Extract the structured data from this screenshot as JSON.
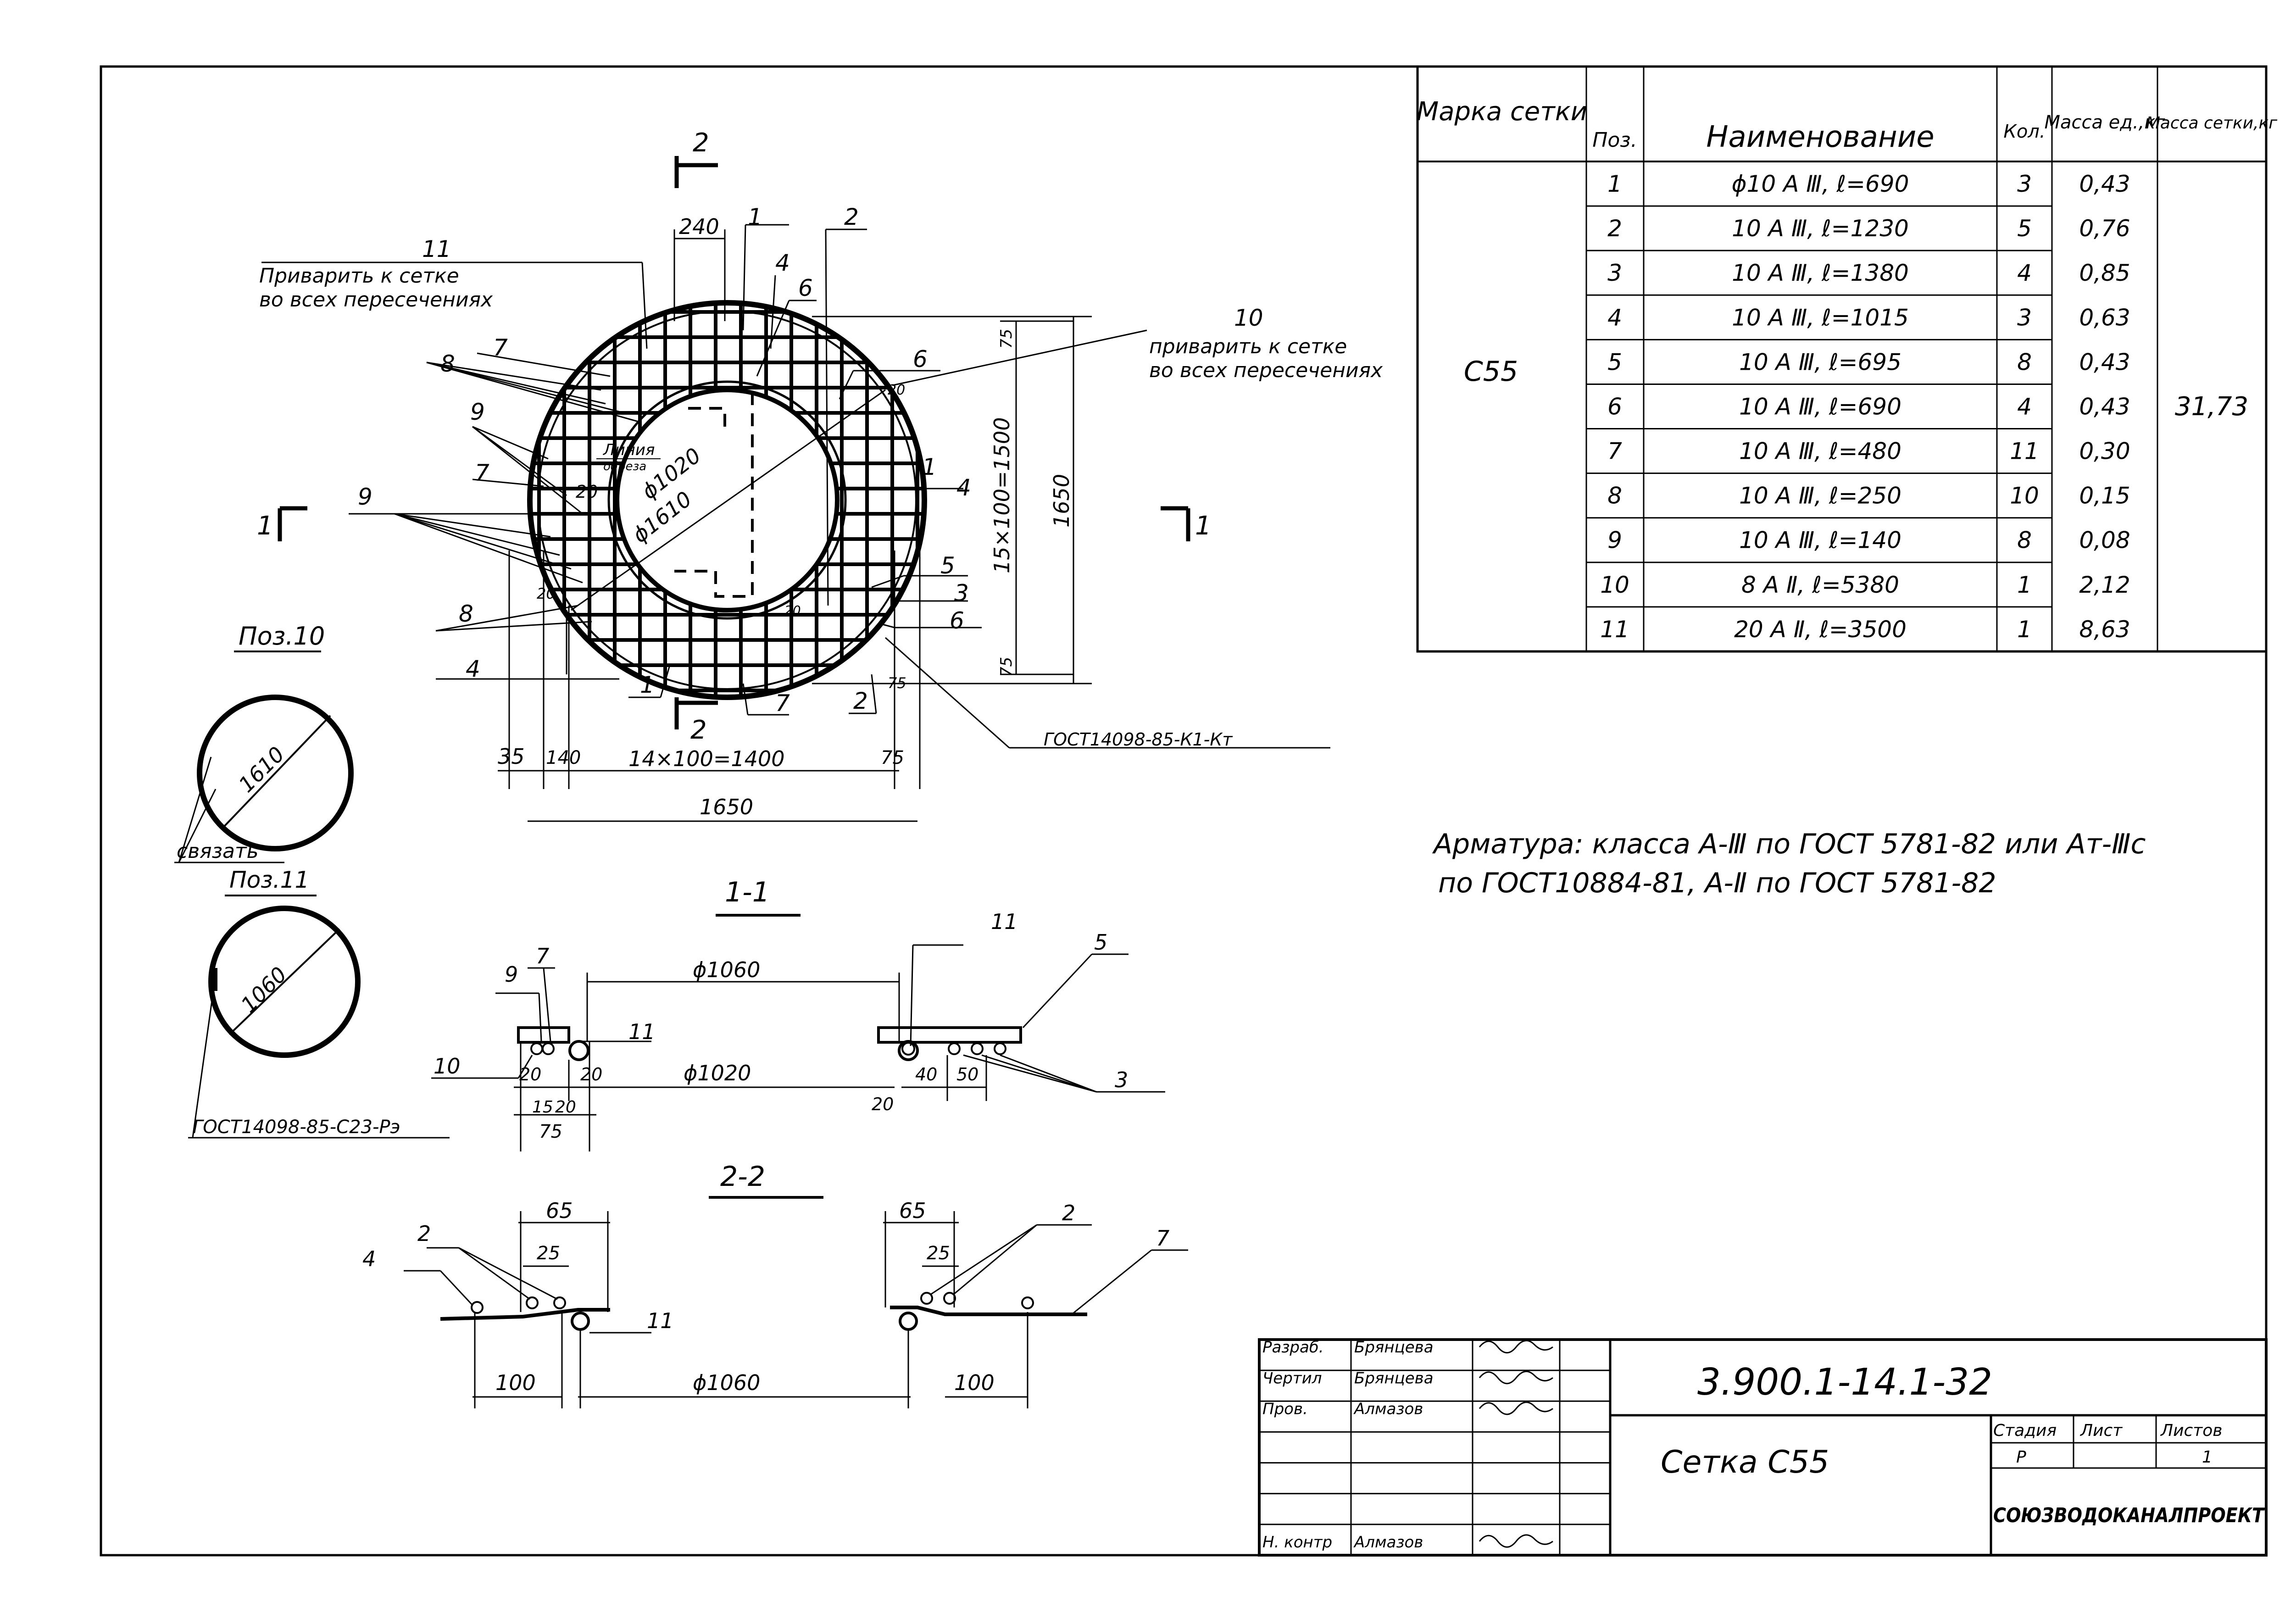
{
  "spec_table": {
    "headers": [
      "Марка сетки",
      "Поз.",
      "Наименование",
      "Кол.",
      "Масса ед.,кг",
      "Масса сетки,кг"
    ],
    "mark": "С55",
    "total_mass": "31,73",
    "rows": [
      {
        "pos": "1",
        "name": "ϕ10 A Ⅲ, ℓ=690",
        "qty": "3",
        "mass": "0,43"
      },
      {
        "pos": "2",
        "name": "10 A Ⅲ, ℓ=1230",
        "qty": "5",
        "mass": "0,76"
      },
      {
        "pos": "3",
        "name": "10 A Ⅲ, ℓ=1380",
        "qty": "4",
        "mass": "0,85"
      },
      {
        "pos": "4",
        "name": "10 A Ⅲ, ℓ=1015",
        "qty": "3",
        "mass": "0,63"
      },
      {
        "pos": "5",
        "name": "10 A Ⅲ, ℓ=695",
        "qty": "8",
        "mass": "0,43"
      },
      {
        "pos": "6",
        "name": "10 A Ⅲ, ℓ=690",
        "qty": "4",
        "mass": "0,43"
      },
      {
        "pos": "7",
        "name": "10 A Ⅲ, ℓ=480",
        "qty": "11",
        "mass": "0,30"
      },
      {
        "pos": "8",
        "name": "10 A Ⅲ, ℓ=250",
        "qty": "10",
        "mass": "0,15"
      },
      {
        "pos": "9",
        "name": "10 A Ⅲ, ℓ=140",
        "qty": "8",
        "mass": "0,08"
      },
      {
        "pos": "10",
        "name": "8 A Ⅱ, ℓ=5380",
        "qty": "1",
        "mass": "2,12"
      },
      {
        "pos": "11",
        "name": "20 A Ⅱ, ℓ=3500",
        "qty": "1",
        "mass": "8,63"
      }
    ]
  },
  "notes": {
    "line1": "Арматура: класса А-Ⅲ по ГОСТ 5781-82 или Ат-Ⅲс",
    "line2": "по ГОСТ10884-81, А-Ⅱ по ГОСТ 5781-82"
  },
  "plan": {
    "callout11_num": "11",
    "callout11_line1": "Приварить к сетке",
    "callout11_line2": "во всех пересечениях",
    "callout10_num": "10",
    "callout10_line1": "приварить к сетке",
    "callout10_line2": "во всех пересечениях",
    "cut_line": "Линия",
    "cut_line2": "обреза",
    "d_inner": "ϕ1020",
    "d_outer": "ϕ1610",
    "grid_v": "15×100=1500",
    "overall_v": "1650",
    "grid_h": "14×100=1400",
    "overall_h": "1650",
    "dim_240": "240",
    "dim_75": "75",
    "dim_35": "35",
    "dim_140": "140",
    "dim_20": "20",
    "gost_plan": "ГОСТ14098-85-К1-Кт",
    "section_1": "1",
    "section_2": "2"
  },
  "pos10": {
    "title": "Поз.10",
    "diameter": "1610",
    "note": "связать"
  },
  "pos11": {
    "title": "Поз.11",
    "diameter": "1060",
    "gost": "ГОСТ14098-85-С23-Рэ"
  },
  "section11": {
    "title": "1-1",
    "d1060": "ϕ1060",
    "d1020": "ϕ1020",
    "dim_20": "20",
    "dim_15": "15",
    "dim_75": "75",
    "dim_40": "40",
    "dim_50": "50"
  },
  "section22": {
    "title": "2-2",
    "dim_65": "65",
    "dim_25": "25",
    "dim_100": "100",
    "d1060": "ϕ1060"
  },
  "title_block": {
    "roles": [
      "Разраб.",
      "Чертил",
      "Пров.",
      "",
      "",
      "",
      "Н. контр"
    ],
    "names": [
      "Брянцева",
      "Брянцева",
      "Алмазов",
      "",
      "",
      "",
      "Алмазов"
    ],
    "doc_code": "3.900.1-14.1-32",
    "sheet_title": "Сетка С55",
    "stage_label": "Стадия",
    "sheet_label": "Лист",
    "sheets_label": "Листов",
    "stage": "Р",
    "sheet": "",
    "sheets": "1",
    "organization": "СОЮЗВОДОКАНАЛПРОЕКТ"
  }
}
